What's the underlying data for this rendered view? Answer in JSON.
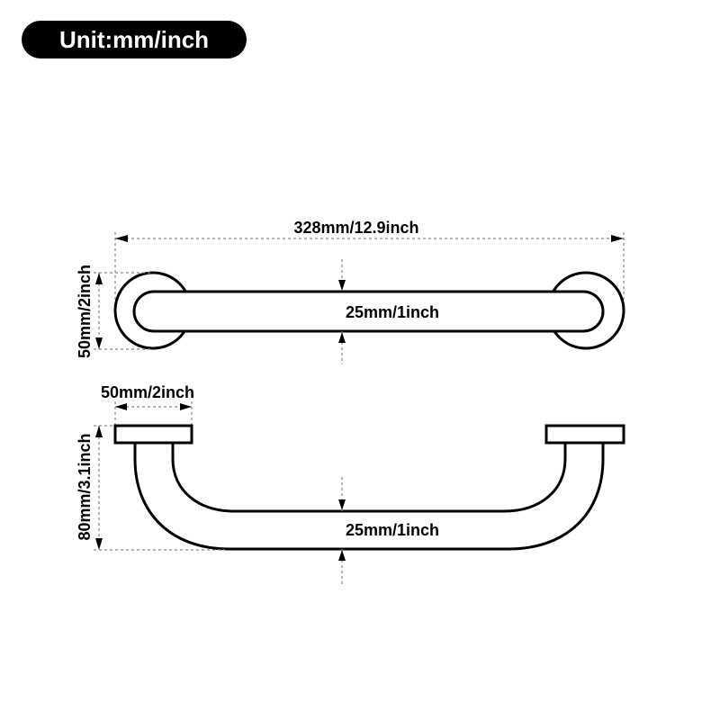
{
  "unit_badge": {
    "label": "Unit:mm/inch"
  },
  "top_view": {
    "overall_length_label": "328mm/12.9inch",
    "flange_diameter_label": "50mm/2inch",
    "tube_diameter_label": "25mm/1inch"
  },
  "side_view": {
    "flange_width_label": "50mm/2inch",
    "projection_label": "80mm/3.1inch",
    "tube_diameter_label": "25mm/1inch"
  },
  "colors": {
    "line": "#000000",
    "dimension": "#888888",
    "badge": "#000000",
    "badge_text": "#ffffff"
  }
}
